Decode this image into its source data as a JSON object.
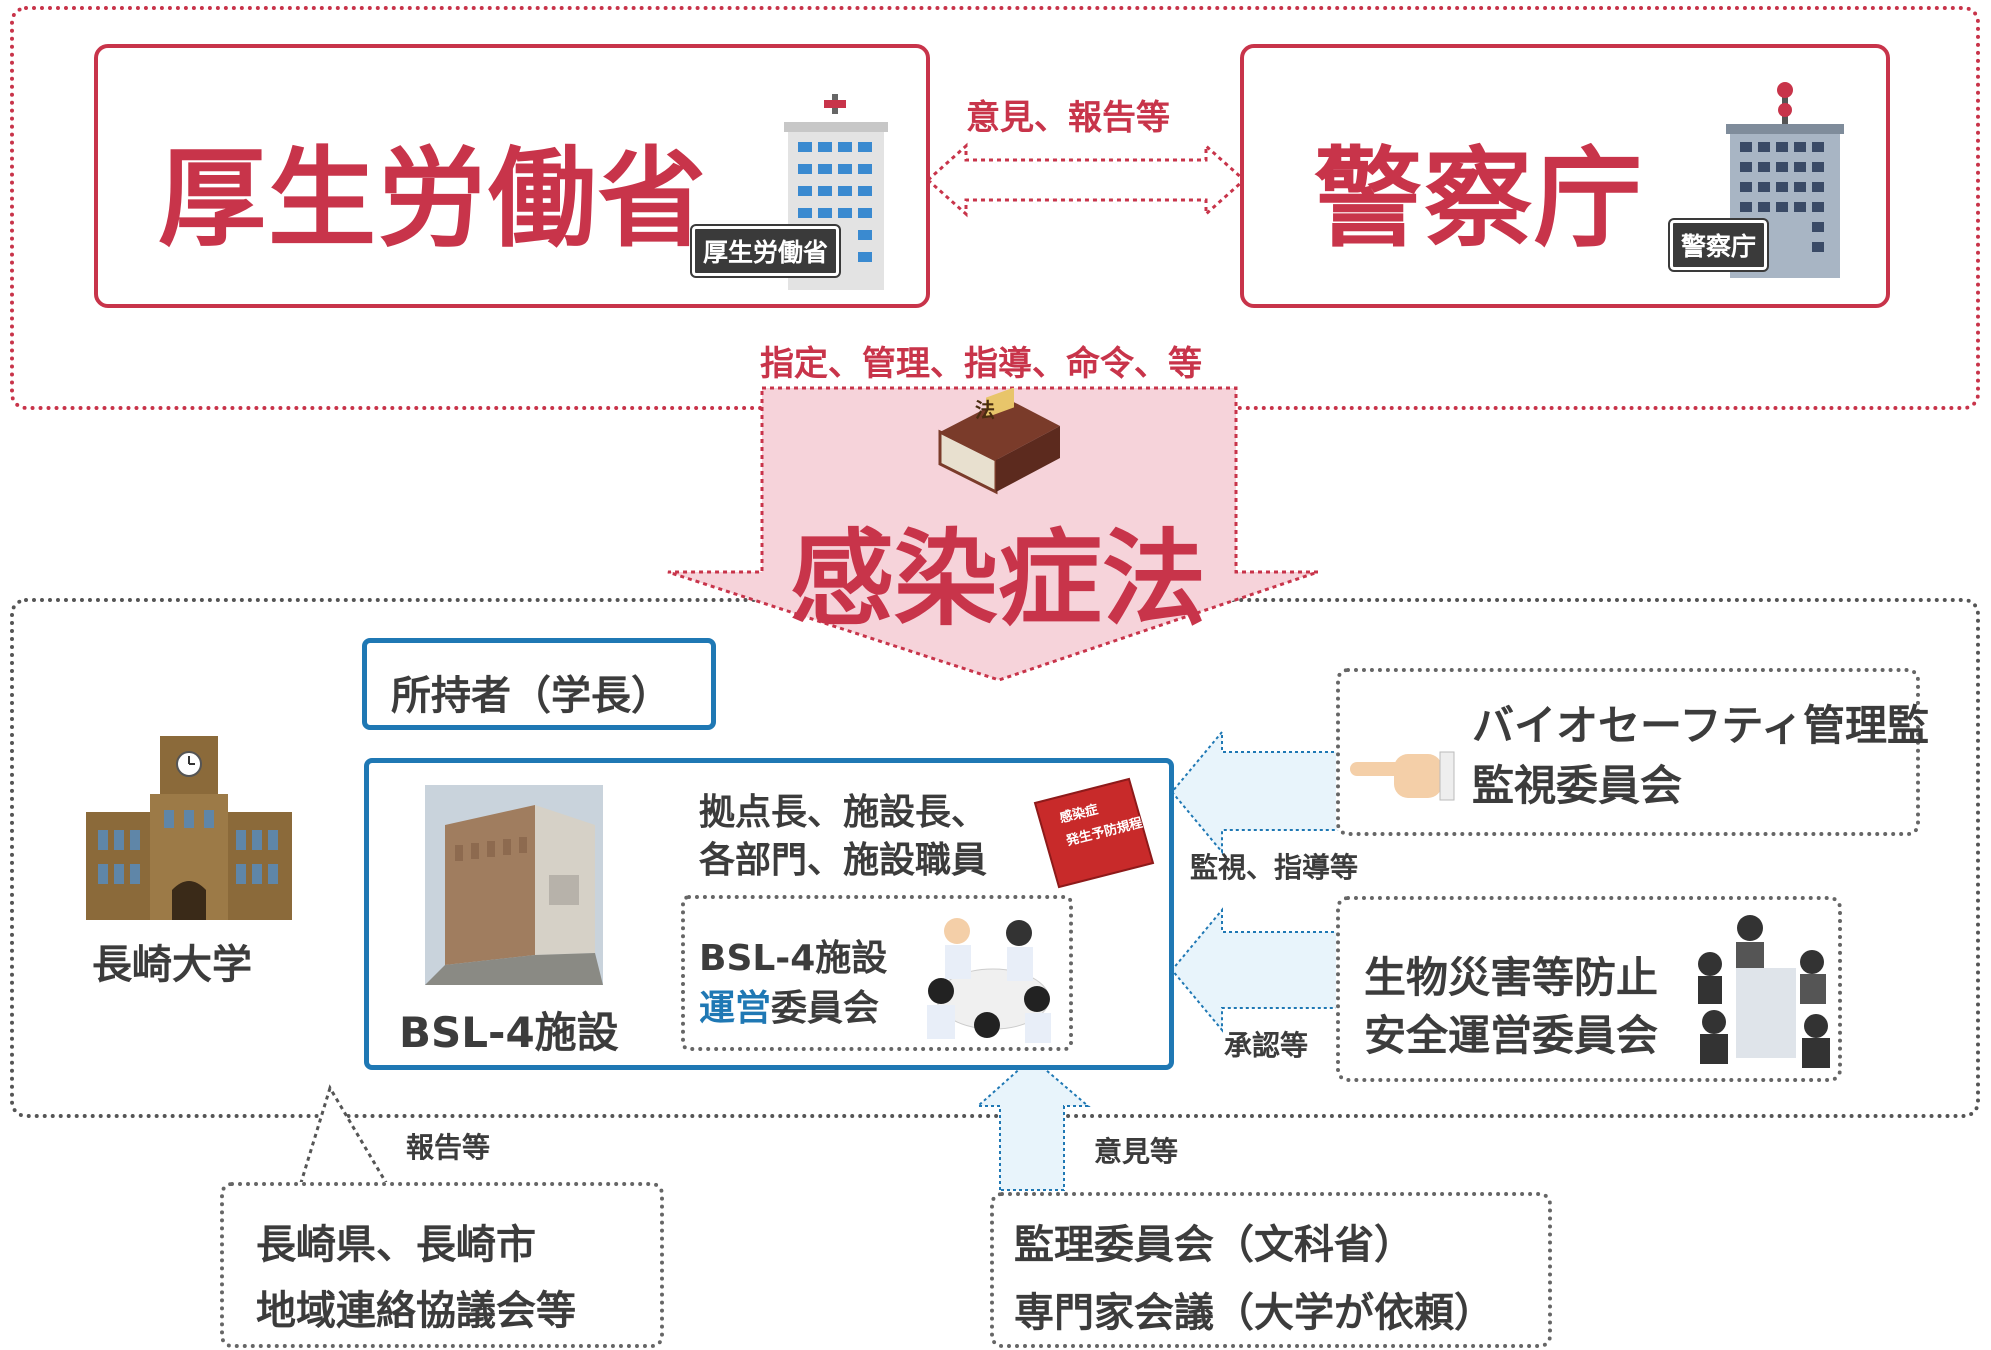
{
  "top": {
    "mhlw": {
      "title": "厚生労働省",
      "sign": "厚生労働省"
    },
    "npa": {
      "title": "警察庁",
      "sign": "警察庁"
    },
    "exchange_label": "意見、報告等",
    "directive_label": "指定、管理、指導、命令、等"
  },
  "law": {
    "book_char": "法",
    "title": "感染症法"
  },
  "university": {
    "label": "長崎大学",
    "owner": "所持者（学長）",
    "facility": {
      "name": "BSL-4施設",
      "staff_line1": "拠点長、施設長、",
      "staff_line2": "各部門、施設職員",
      "manual_line1": "感染症",
      "manual_line2": "発生予防規程",
      "committee_line1": "BSL-4施設",
      "committee_highlight": "運営",
      "committee_rest": "委員会"
    }
  },
  "right": {
    "biosafety_line1": "バイオセーフティ管理監",
    "biosafety_line2": "監視委員会",
    "monitor_label": "監視、指導等",
    "biohazard_line1": "生物災害等防止",
    "biohazard_line2": "安全運営委員会",
    "approval_label": "承認等"
  },
  "bottom": {
    "report_label": "報告等",
    "local_line1": "長崎県、長崎市",
    "local_line2": "地域連絡協議会等",
    "opinion_label": "意見等",
    "review_line1": "監理委員会（文科省）",
    "review_line2": "専門家会議（大学が依頼）"
  },
  "colors": {
    "red": "#c8344a",
    "blue": "#1f78b4",
    "pink": "#f6d3da",
    "lightblue": "#e8f4fb"
  }
}
